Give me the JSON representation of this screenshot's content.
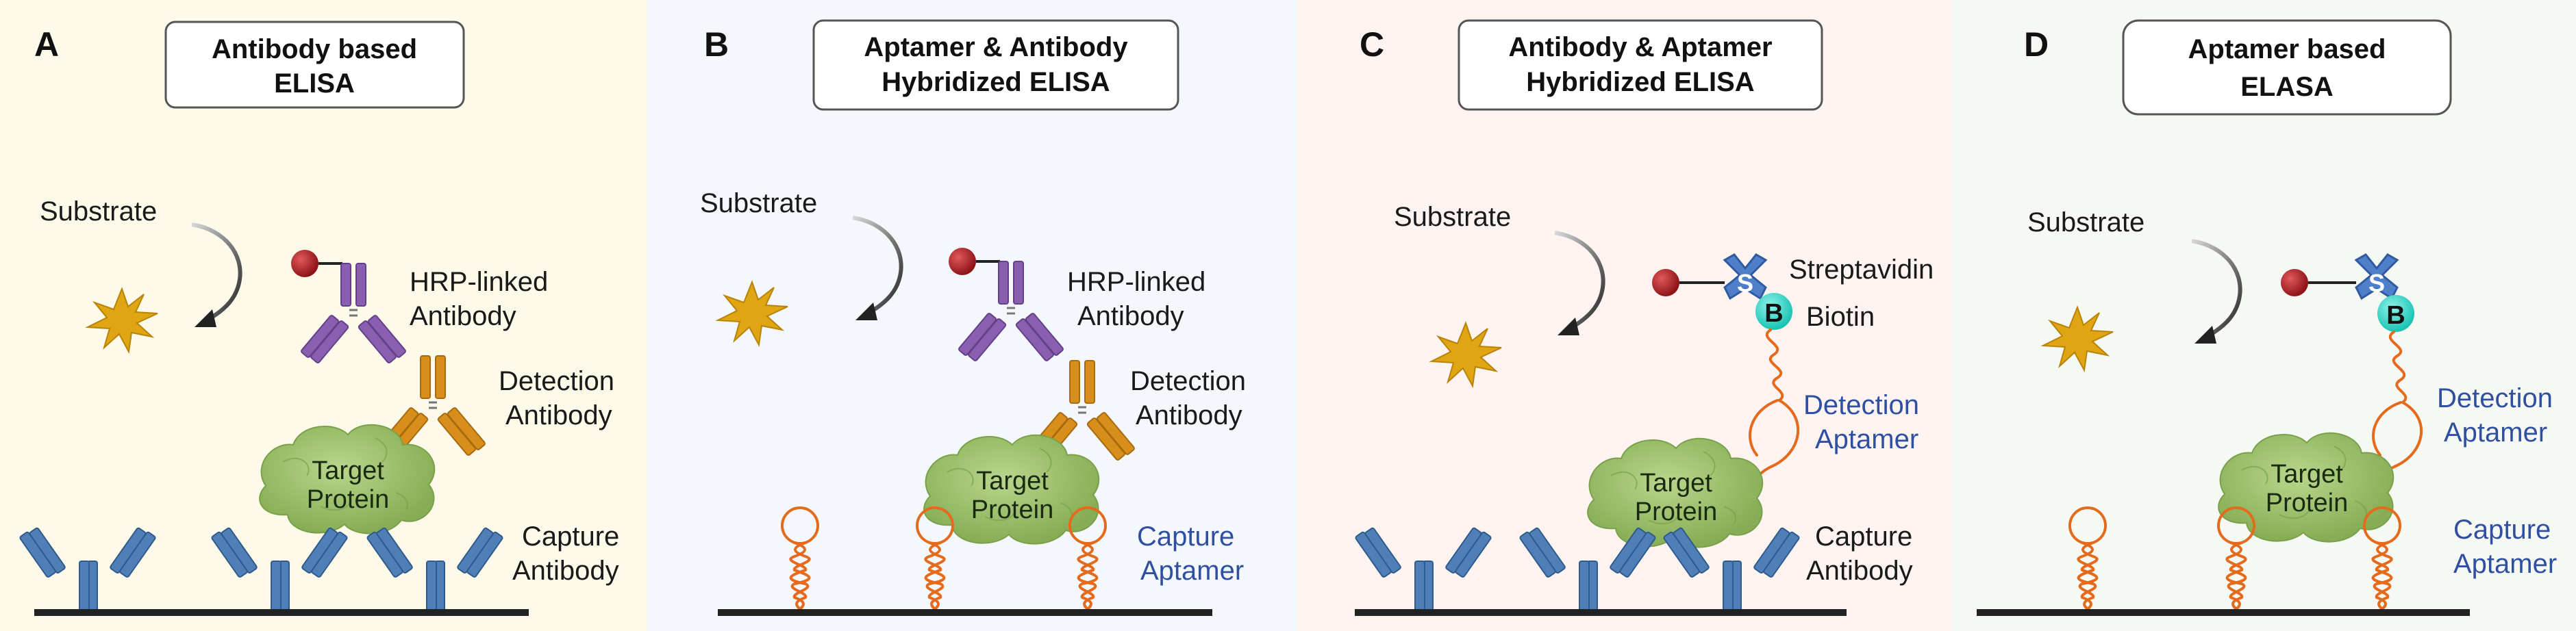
{
  "panels": [
    {
      "letter": "A",
      "title_lines": [
        "Antibody based",
        "ELISA"
      ],
      "substrate": "Substrate",
      "hrp_lines": [
        "HRP-linked",
        "Antibody"
      ],
      "detection_lines": [
        "Detection",
        "Antibody"
      ],
      "protein_lines": [
        "Target",
        "Protein"
      ],
      "capture_lines": [
        "Capture",
        "Antibody"
      ]
    },
    {
      "letter": "B",
      "title_lines": [
        "Aptamer & Antibody",
        "Hybridized ELISA"
      ],
      "substrate": "Substrate",
      "hrp_lines": [
        "HRP-linked",
        "Antibody"
      ],
      "detection_lines": [
        "Detection",
        "Antibody"
      ],
      "protein_lines": [
        "Target",
        "Protein"
      ],
      "capture_lines": [
        "Capture",
        "Aptamer"
      ]
    },
    {
      "letter": "C",
      "title_lines": [
        "Antibody & Aptamer",
        "Hybridized ELISA"
      ],
      "substrate": "Substrate",
      "streptavidin": "Streptavidin",
      "biotin": "Biotin",
      "detection_lines": [
        "Detection",
        "Aptamer"
      ],
      "protein_lines": [
        "Target",
        "Protein"
      ],
      "capture_lines": [
        "Capture",
        "Antibody"
      ],
      "s_letter": "S",
      "b_letter": "B"
    },
    {
      "letter": "D",
      "title_lines": [
        "Aptamer based",
        "ELASA"
      ],
      "substrate": "Substrate",
      "detection_lines": [
        "Detection",
        "Aptamer"
      ],
      "protein_lines": [
        "Target",
        "Protein"
      ],
      "capture_lines": [
        "Capture",
        "Aptamer"
      ],
      "s_letter": "S",
      "b_letter": "B"
    }
  ],
  "colors": {
    "panel_a_bg": "#fdfaea",
    "panel_b_bg": "#f4f8fc",
    "panel_c_bg": "#fdf4f2",
    "panel_d_bg": "#f6f9f3",
    "hrp_antibody": "#8a5fb0",
    "detection_antibody": "#d88e1a",
    "capture_antibody": "#4f7fb6",
    "aptamer": "#e56a1c",
    "protein": "#9cc26a",
    "hrp_ball": "#a31c22",
    "substrate_star": "#e0a512",
    "streptavidin": "#4f7fc9",
    "biotin": "#28d3c4",
    "blue_text": "#2f4fa0"
  }
}
